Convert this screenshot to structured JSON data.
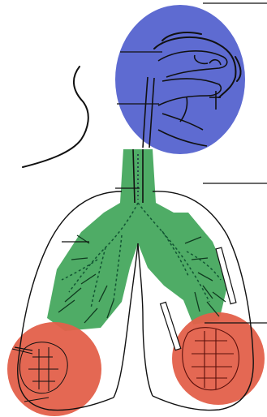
{
  "figure": {
    "description_text": "",
    "regions": [
      {
        "id": "nasopharyngeal-region",
        "color": "#4f5fcf"
      },
      {
        "id": "tracheobronchial-region",
        "color": "#3fa65b"
      },
      {
        "id": "alveolar-region",
        "color": "#e0553f"
      }
    ],
    "outline_color": "#111111"
  }
}
